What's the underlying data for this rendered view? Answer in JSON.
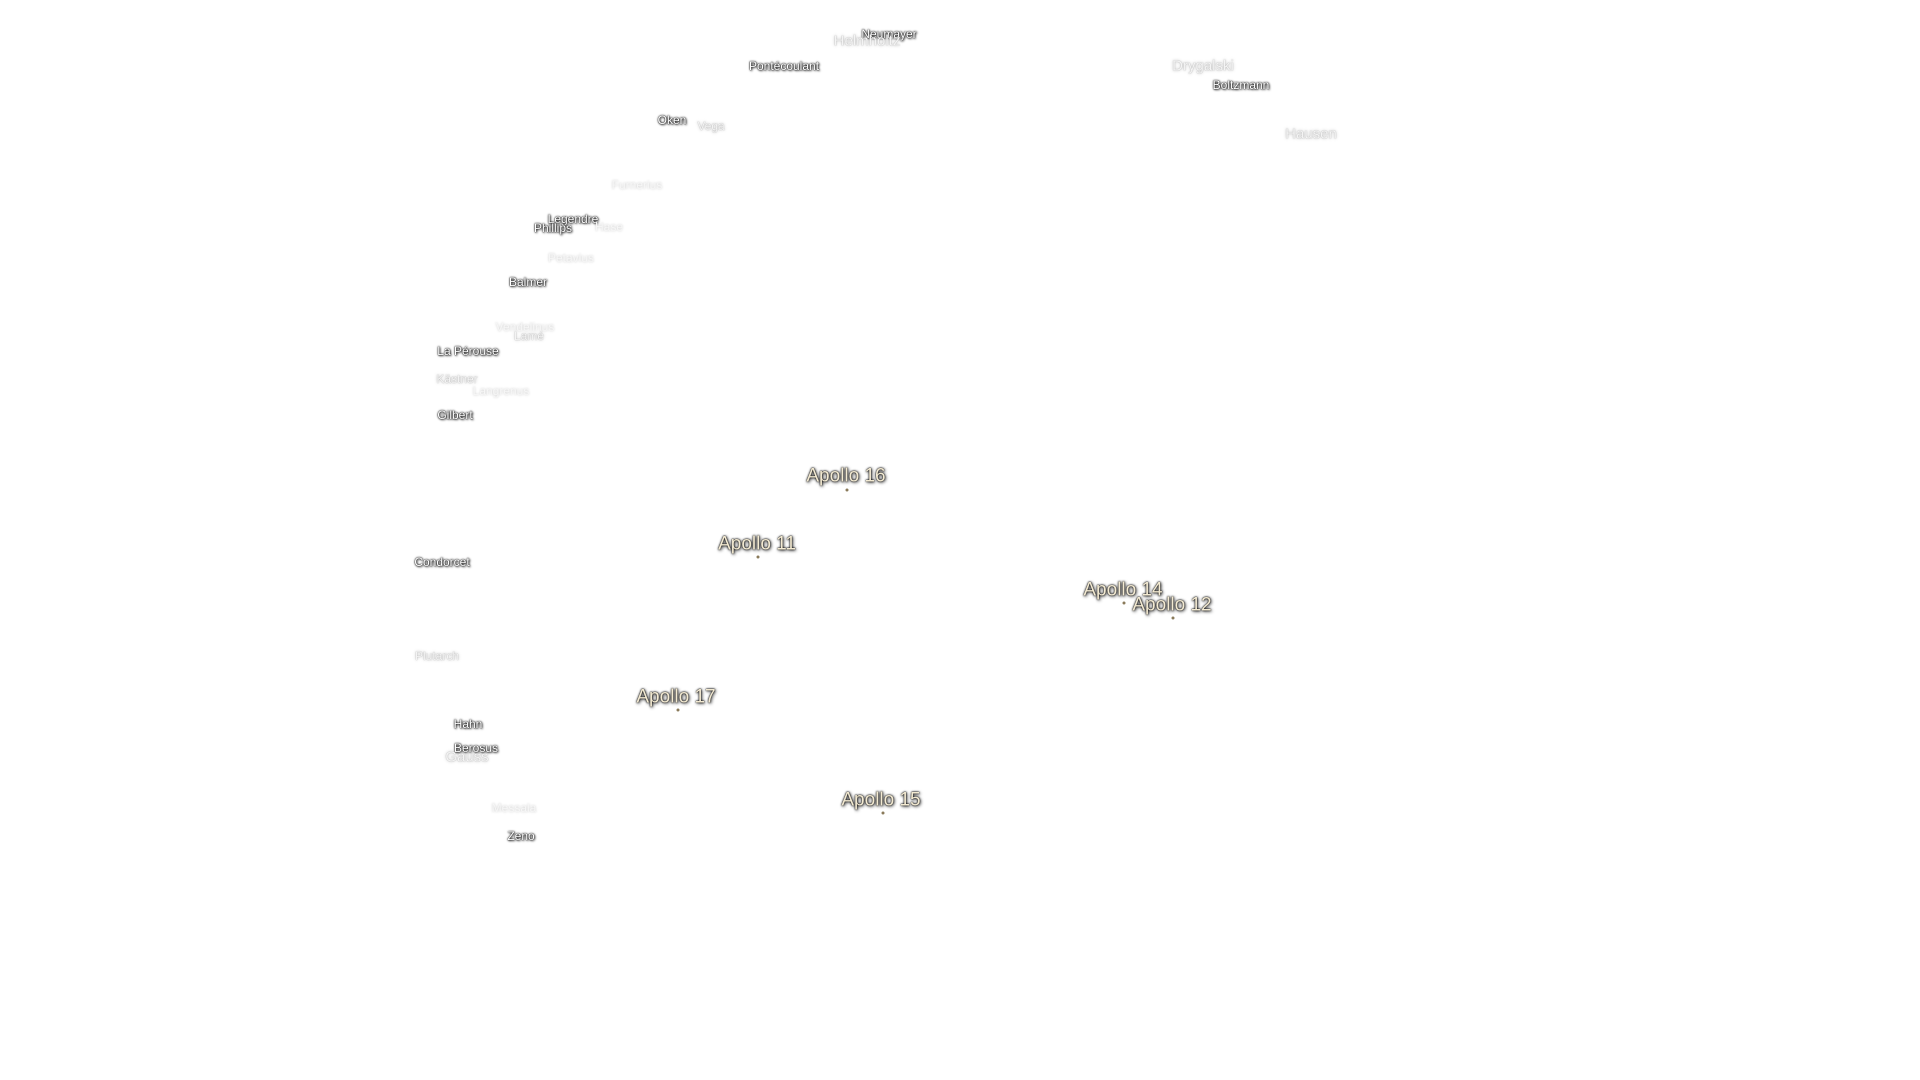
{
  "map": {
    "crater_labels": [
      {
        "id": "neumayer",
        "name": "Neumayer",
        "style": "normal"
      },
      {
        "id": "helmholtz",
        "name": "Helmholtz",
        "style": "faint"
      },
      {
        "id": "pontecoulant",
        "name": "Pontécoulant",
        "style": "normal"
      },
      {
        "id": "drygalski",
        "name": "Drygalski",
        "style": "faint"
      },
      {
        "id": "boltzmann",
        "name": "Boltzmann",
        "style": "normal"
      },
      {
        "id": "oken",
        "name": "Oken",
        "style": "normal"
      },
      {
        "id": "vega",
        "name": "Vega",
        "style": "faint"
      },
      {
        "id": "hausen",
        "name": "Hausen",
        "style": "faint"
      },
      {
        "id": "furnerius",
        "name": "Furnerius",
        "style": "fainter"
      },
      {
        "id": "legendre",
        "name": "Legendre",
        "style": "normal"
      },
      {
        "id": "phillips",
        "name": "Phillips",
        "style": "normal"
      },
      {
        "id": "hase",
        "name": "Hase",
        "style": "fainter"
      },
      {
        "id": "petavius",
        "name": "Petavius",
        "style": "fainter"
      },
      {
        "id": "balmer",
        "name": "Balmer",
        "style": "normal"
      },
      {
        "id": "vendelinus",
        "name": "Vendelinus",
        "style": "fainter"
      },
      {
        "id": "lame",
        "name": "Lamé",
        "style": "faint"
      },
      {
        "id": "la-perouse",
        "name": "La Pérouse",
        "style": "normal"
      },
      {
        "id": "kastner",
        "name": "Kästner",
        "style": "faint"
      },
      {
        "id": "langrenus",
        "name": "Langrenus",
        "style": "fainter"
      },
      {
        "id": "gilbert",
        "name": "Gilbert",
        "style": "normal"
      },
      {
        "id": "condorcet",
        "name": "Condorcet",
        "style": "normal"
      },
      {
        "id": "plutarch",
        "name": "Plutarch",
        "style": "faint"
      },
      {
        "id": "hahn",
        "name": "Hahn",
        "style": "normal"
      },
      {
        "id": "berosus",
        "name": "Berosus",
        "style": "normal"
      },
      {
        "id": "gauss",
        "name": "Gauss",
        "style": "faint"
      },
      {
        "id": "messala",
        "name": "Messala",
        "style": "fainter"
      },
      {
        "id": "zeno",
        "name": "Zeno",
        "style": "normal"
      }
    ],
    "apollo_sites": [
      {
        "id": "apollo-16",
        "name": "Apollo 16"
      },
      {
        "id": "apollo-11",
        "name": "Apollo 11"
      },
      {
        "id": "apollo-14",
        "name": "Apollo 14"
      },
      {
        "id": "apollo-12",
        "name": "Apollo 12"
      },
      {
        "id": "apollo-17",
        "name": "Apollo 17"
      },
      {
        "id": "apollo-15",
        "name": "Apollo 15"
      }
    ]
  }
}
